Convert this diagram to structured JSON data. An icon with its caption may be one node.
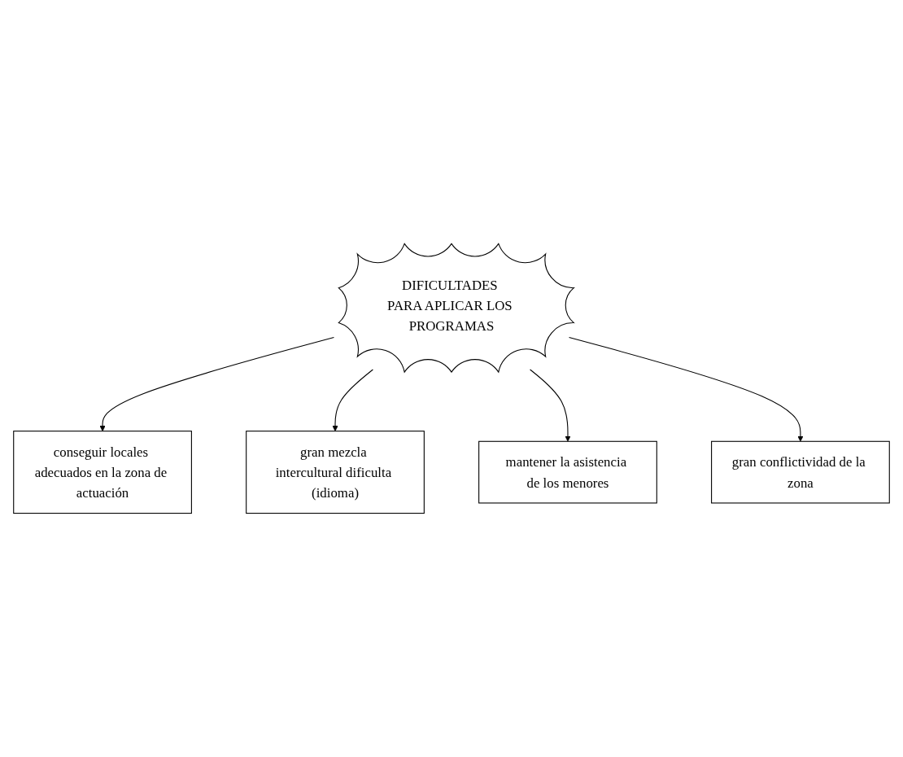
{
  "diagram": {
    "nodes": [
      {
        "text": [
          "conseguir locales adecuados en la zona de actuación"
        ]
      },
      {
        "text": [
          "gran mezcla intercultural dificulta (idioma)"
        ]
      },
      {
        "text": [
          "DIFICULTADES PARA APLICAR LOS PROGRAMAS"
        ]
      },
      {
        "text": [
          "mantener la asistencia de los menores"
        ]
      },
      {
        "text": [
          "gran conflictividad de la zona"
        ]
      }
    ],
    "edges": [
      {
        "from": 2,
        "to": 0,
        "arrow": "to"
      },
      {
        "from": 2,
        "to": 1,
        "arrow": "to"
      },
      {
        "from": 2,
        "to": 3,
        "arrow": "to"
      },
      {
        "from": 2,
        "to": 4,
        "arrow": "to"
      }
    ]
  }
}
